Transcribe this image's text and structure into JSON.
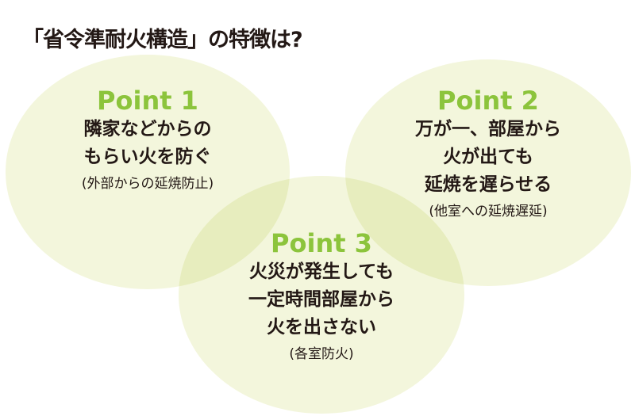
{
  "title": "「省令準耐火構造」の特徴は?",
  "colors": {
    "circle": "#f3f6dc",
    "overlap": "#e6edc0",
    "accent": "#8cc43c"
  },
  "points": [
    {
      "label": "Point 1",
      "lines": [
        "隣家などからの",
        "もらい火を防ぐ"
      ],
      "note": "(外部からの延焼防止)"
    },
    {
      "label": "Point 2",
      "lines": [
        "万が一、部屋から",
        "火が出ても",
        "延焼を遅らせる"
      ],
      "note": "(他室への延焼遅延)"
    },
    {
      "label": "Point 3",
      "lines": [
        "火災が発生しても",
        "一定時間部屋から",
        "火を出さない"
      ],
      "note": "(各室防火)"
    }
  ]
}
